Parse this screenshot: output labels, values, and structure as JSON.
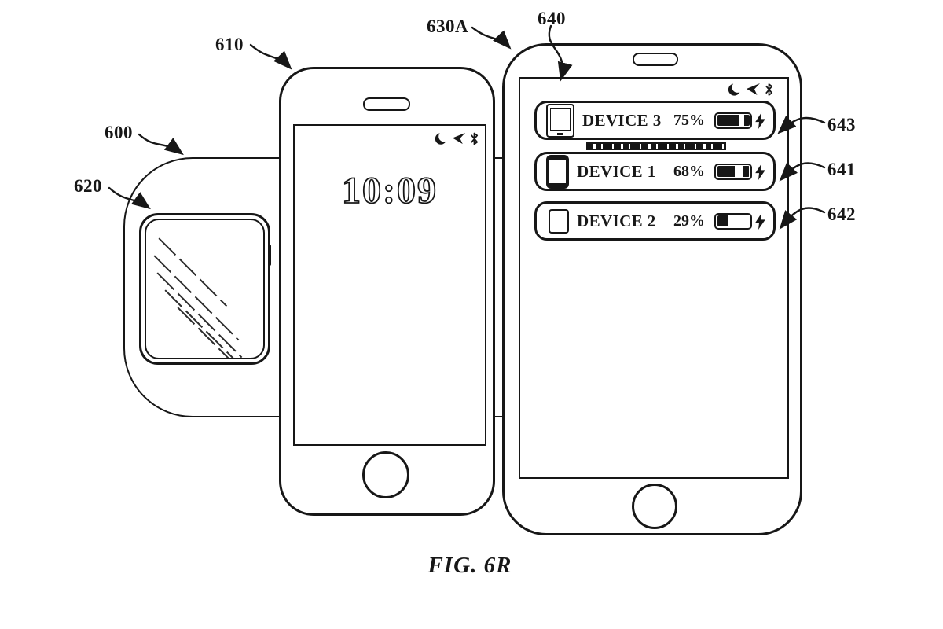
{
  "figure_caption": "FIG. 6R",
  "ref_labels": {
    "mat": "600",
    "watch": "620",
    "phone_left": "610",
    "phone_right": "630A",
    "charging_ui": "640",
    "row_device3": "643",
    "row_device1": "641",
    "row_device2": "642"
  },
  "left_phone": {
    "clock": "10:09",
    "status_icons": [
      "moon",
      "location-arrow",
      "bluetooth"
    ]
  },
  "right_phone": {
    "status_icons": [
      "moon",
      "location-arrow",
      "bluetooth"
    ],
    "rows": [
      {
        "name": "DEVICE 3",
        "percent": "75%",
        "icon": "tablet",
        "battery": [
          [
            "b",
            0.68
          ],
          [
            "w",
            0.16
          ],
          [
            "b",
            0.16
          ]
        ]
      },
      {
        "name": "DEVICE 1",
        "percent": "68%",
        "icon": "phone",
        "battery": [
          [
            "b",
            0.56
          ],
          [
            "w",
            0.26
          ],
          [
            "b",
            0.18
          ]
        ]
      },
      {
        "name": "DEVICE 2",
        "percent": "29%",
        "icon": "watch",
        "battery": [
          [
            "b",
            0.32
          ],
          [
            "w",
            0.68
          ]
        ]
      }
    ]
  },
  "colors": {
    "ink": "#171717",
    "paper": "#ffffff"
  }
}
